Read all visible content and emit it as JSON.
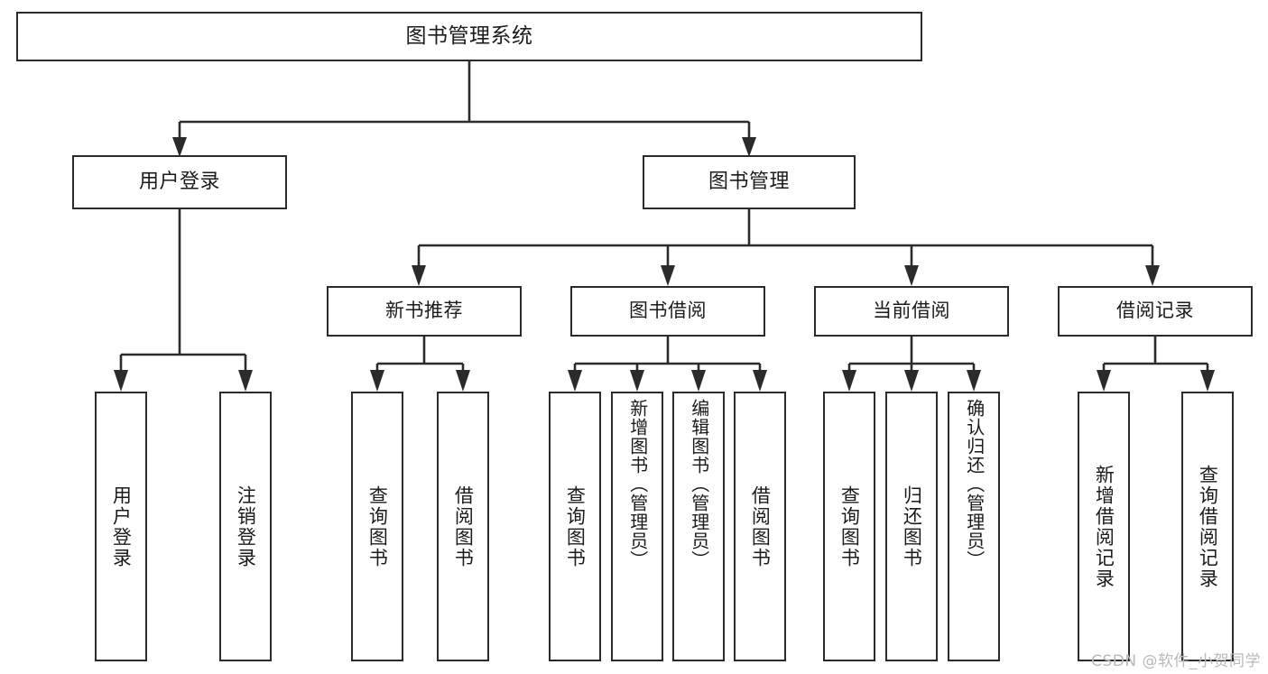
{
  "diagram": {
    "type": "tree-hierarchy",
    "title": "图书管理系统",
    "root": {
      "label": "图书管理系统"
    },
    "level1": [
      {
        "id": "user-login",
        "label": "用户登录"
      },
      {
        "id": "book-management",
        "label": "图书管理"
      }
    ],
    "level2": [
      {
        "id": "new-book-recommend",
        "label": "新书推荐",
        "parent": "book-management"
      },
      {
        "id": "book-borrow",
        "label": "图书借阅",
        "parent": "book-management"
      },
      {
        "id": "current-borrow",
        "label": "当前借阅",
        "parent": "book-management"
      },
      {
        "id": "borrow-record",
        "label": "借阅记录",
        "parent": "book-management"
      }
    ],
    "leaves": [
      {
        "id": "leaf-user-login",
        "label": "用户登录",
        "parent": "user-login"
      },
      {
        "id": "leaf-logout-login",
        "label": "注销登录",
        "parent": "user-login"
      },
      {
        "id": "leaf-query-book-1",
        "label": "查询图书",
        "parent": "new-book-recommend"
      },
      {
        "id": "leaf-borrow-book-1",
        "label": "借阅图书",
        "parent": "new-book-recommend"
      },
      {
        "id": "leaf-query-book-2",
        "label": "查询图书",
        "parent": "book-borrow"
      },
      {
        "id": "leaf-add-book",
        "label": "新增图书（管理员）",
        "parent": "book-borrow"
      },
      {
        "id": "leaf-edit-book",
        "label": "编辑图书（管理员）",
        "parent": "book-borrow"
      },
      {
        "id": "leaf-borrow-book-2",
        "label": "借阅图书",
        "parent": "book-borrow"
      },
      {
        "id": "leaf-query-book-3",
        "label": "查询图书",
        "parent": "current-borrow"
      },
      {
        "id": "leaf-return-book",
        "label": "归还图书",
        "parent": "current-borrow"
      },
      {
        "id": "leaf-confirm-return",
        "label": "确认归还（管理员）",
        "parent": "current-borrow"
      },
      {
        "id": "leaf-add-record",
        "label": "新增借阅记录",
        "parent": "borrow-record"
      },
      {
        "id": "leaf-query-record",
        "label": "查询借阅记录",
        "parent": "borrow-record"
      }
    ],
    "colors": {
      "stroke": "#2b2b2b",
      "fill": "#ffffff",
      "text": "#1b1b1b",
      "watermark": "#b9b9b9"
    }
  },
  "watermark": {
    "text": "CSDN @软件_小贺同学"
  }
}
